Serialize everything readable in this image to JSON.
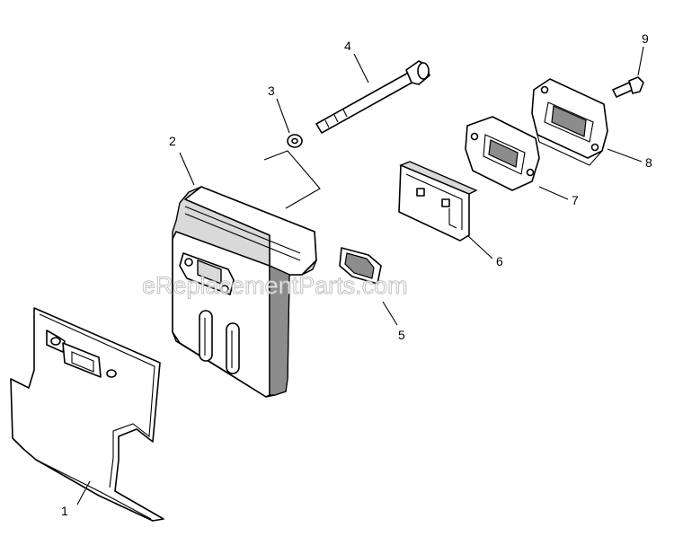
{
  "watermark": "eReplacementParts.com",
  "callouts": {
    "c1": "1",
    "c2": "2",
    "c3": "3",
    "c4": "4",
    "c5": "5",
    "c6": "6",
    "c7": "7",
    "c8": "8",
    "c9": "9"
  }
}
